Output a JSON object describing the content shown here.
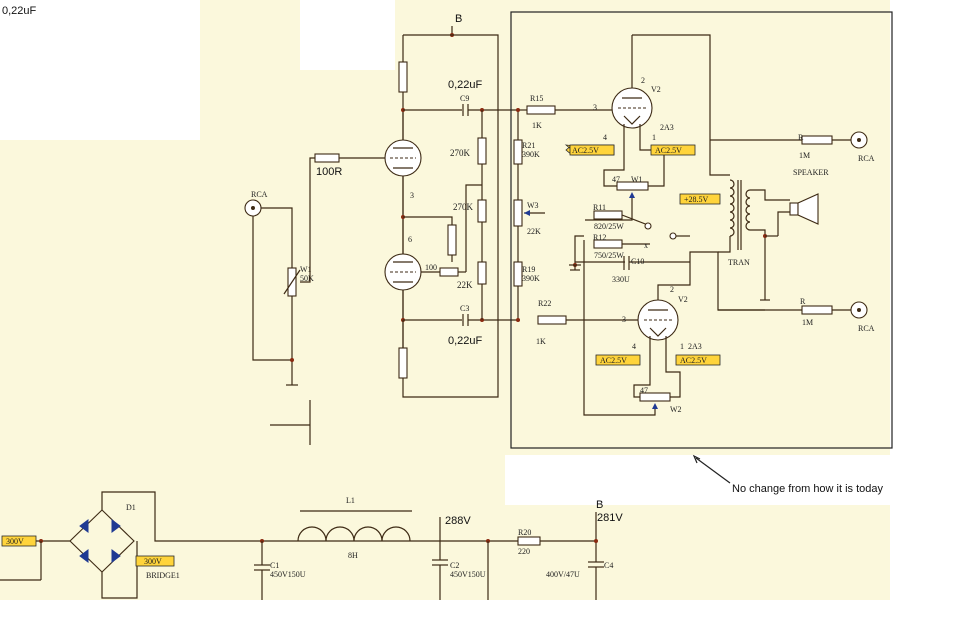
{
  "page": {
    "corner_label": "0,22uF",
    "note": "No change from how it is today"
  },
  "preamp": {
    "supply_label": "B",
    "input_jack": "RCA",
    "volume_pot": {
      "ref": "W1",
      "value": "50K"
    },
    "grid_resistor": "100R",
    "coupling_cap_top": {
      "ref": "C9",
      "value": "0,22uF"
    },
    "coupling_cap_bottom": {
      "ref": "C3",
      "value": "0,22uF"
    },
    "res_270k_a": "270K",
    "res_270k_b": "270K",
    "res_22k": "22K",
    "res_100": "100",
    "pin_3": "3",
    "pin_6": "6"
  },
  "output_stage": {
    "r15": {
      "ref": "R15",
      "value": "1K"
    },
    "r21": {
      "ref": "R21",
      "value": "390K"
    },
    "w3": {
      "ref": "W3",
      "value": "22K"
    },
    "r19": {
      "ref": "R19",
      "value": "390K"
    },
    "r22": {
      "ref": "R22",
      "value": "1K"
    },
    "v2_top": {
      "ref": "V2",
      "type": "2A3",
      "pin_grid": "3",
      "pin_a": "2",
      "pin_f1": "4",
      "pin_f2": "1"
    },
    "v2_bot": {
      "ref": "V2",
      "type": "2A3",
      "pin_grid": "3",
      "pin_a": "2",
      "pin_f1": "4",
      "pin_f2": "1"
    },
    "heater_tags": [
      "AC2.5V",
      "AC2.5V",
      "AC2.5V",
      "AC2.5V"
    ],
    "hum_pot_top": {
      "ref": "W1",
      "value": "47"
    },
    "hum_pot_bot": {
      "ref": "W2",
      "value": "47"
    },
    "b_plus_tag": "+28.5V",
    "r11": {
      "ref": "R11",
      "value": "820/25W"
    },
    "r12": {
      "ref": "R12",
      "value": "750/25W"
    },
    "c10": {
      "ref": "C10",
      "value": "330U"
    },
    "transformer": "TRAN",
    "speaker": "SPEAKER",
    "rca_top": {
      "r_ref": "R",
      "r_value": "1M",
      "jack": "RCA"
    },
    "rca_bot": {
      "r_ref": "R",
      "r_value": "1M",
      "jack": "RCA"
    }
  },
  "power_supply": {
    "ac_tag": "300V",
    "rect_ref": "D1",
    "rect_name": "BRIDGE1",
    "rect_tag": "300V",
    "c1": {
      "ref": "C1",
      "value": "450V150U"
    },
    "choke": {
      "ref": "L1",
      "value": "8H"
    },
    "v288": "288V",
    "c2": {
      "ref": "C2",
      "value": "450V150U"
    },
    "r20": {
      "ref": "R20",
      "value": "220"
    },
    "node_b": "B",
    "v281": "281V",
    "c4": {
      "ref": "C4",
      "value": "400V/47U"
    }
  },
  "colors": {
    "paper": "#fbf8dc",
    "wire": "#3d2a14",
    "frame": "#222222",
    "tag_fill": "#ffd43b",
    "diode_blue": "#1f3a93"
  }
}
